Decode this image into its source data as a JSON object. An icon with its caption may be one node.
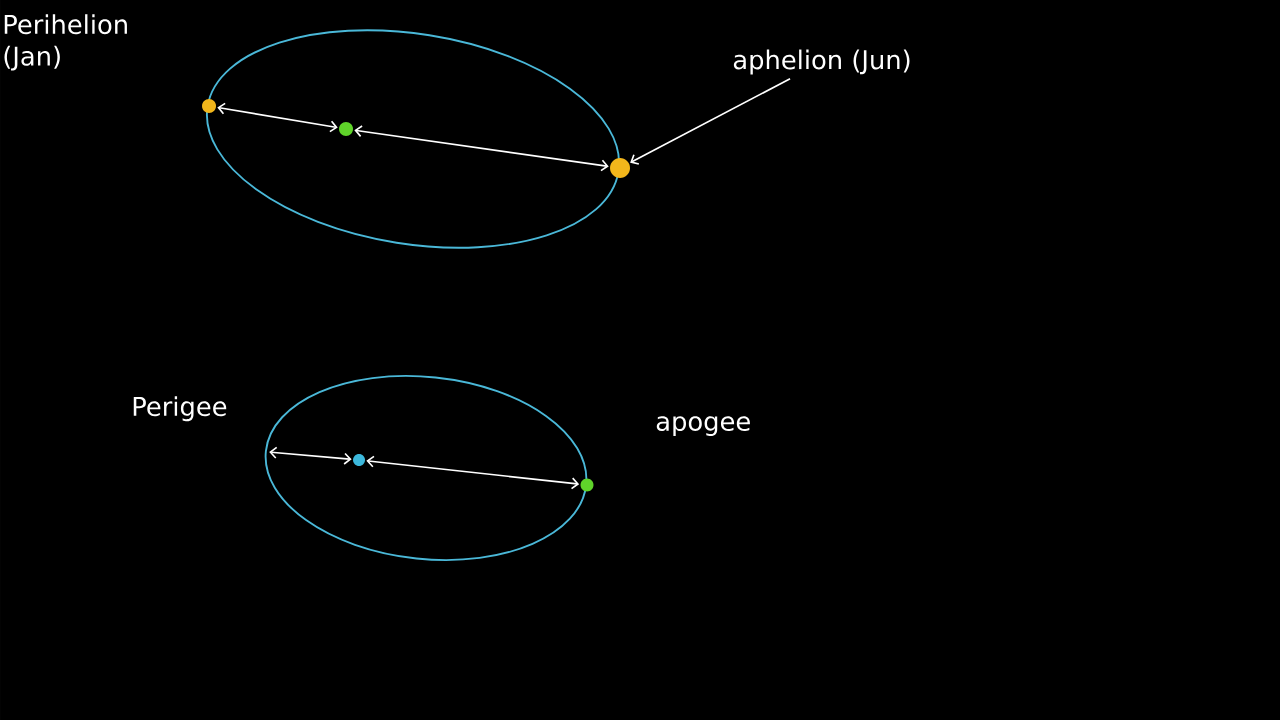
{
  "diagram": {
    "nodes": [
      {
        "text": [],
        "shape": "circle"
      },
      {
        "text": [],
        "shape": "circle"
      },
      {
        "text": [],
        "shape": "circle"
      },
      {
        "text": [
          "aphelion (Jun)"
        ]
      },
      {
        "text": [],
        "shape": "circle"
      },
      {
        "text": [],
        "shape": "circle"
      }
    ],
    "edges": [
      {
        "from": 0,
        "to": 1,
        "arrow": "both"
      },
      {
        "from": 1,
        "to": 2,
        "arrow": "both"
      },
      {
        "from": 3,
        "to": 2,
        "arrow": "to"
      },
      {
        "from": null,
        "to": 4,
        "arrow": "both"
      },
      {
        "from": 4,
        "to": 5,
        "arrow": "both"
      }
    ],
    "labels": [
      "Perihelion (Jan)",
      "Perigee",
      "apogee"
    ]
  }
}
